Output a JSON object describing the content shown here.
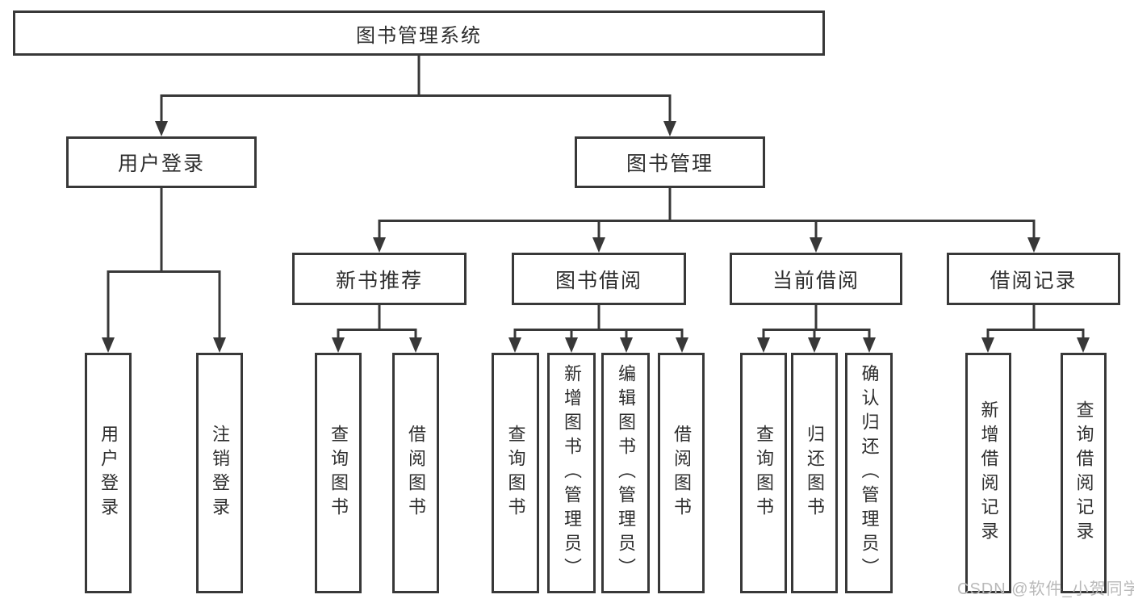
{
  "diagram": {
    "title": "图书管理系统",
    "root": {
      "label": "图书管理系统"
    },
    "level2": [
      {
        "label": "用户登录",
        "children": [
          "用户登录",
          "注销登录"
        ]
      },
      {
        "label": "图书管理"
      }
    ],
    "level3": [
      {
        "label": "新书推荐",
        "children": [
          "查询图书",
          "借阅图书"
        ]
      },
      {
        "label": "图书借阅",
        "children": [
          "查询图书",
          "新增图书（管理员）",
          "编辑图书（管理员）",
          "借阅图书"
        ]
      },
      {
        "label": "当前借阅",
        "children": [
          "查询图书",
          "归还图书",
          "确认归还（管理员）"
        ]
      },
      {
        "label": "借阅记录",
        "children": [
          "新增借阅记录",
          "查询借阅记录"
        ]
      }
    ]
  },
  "watermark": {
    "text": "CSDN @软件_小贺同学"
  },
  "colors": {
    "line": "#383838",
    "text": "#2e2e2e",
    "watermark": "#b9b9b9",
    "background": "#ffffff"
  }
}
